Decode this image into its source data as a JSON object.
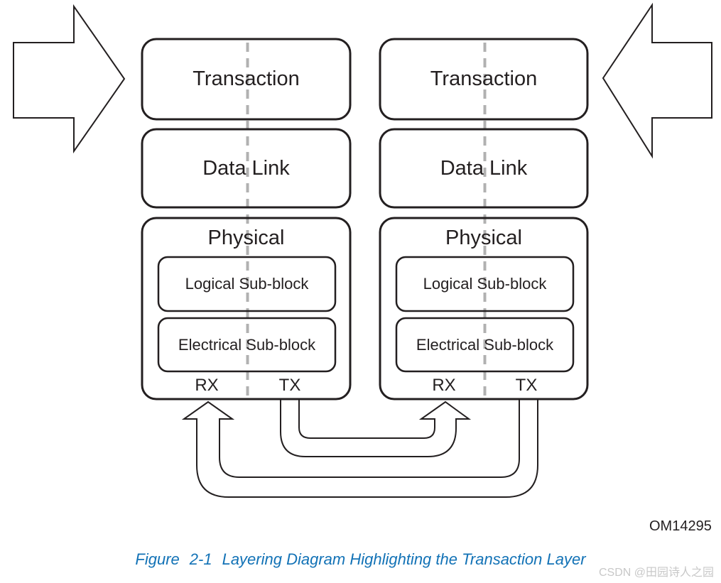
{
  "figure": {
    "stacks": {
      "left": {
        "transaction": "Transaction",
        "data_link": "Data Link",
        "physical": "Physical",
        "logical_sub_block": "Logical Sub-block",
        "electrical_sub_block": "Electrical Sub-block",
        "rx": "RX",
        "tx": "TX"
      },
      "right": {
        "transaction": "Transaction",
        "data_link": "Data Link",
        "physical": "Physical",
        "logical_sub_block": "Logical Sub-block",
        "electrical_sub_block": "Electrical Sub-block",
        "rx": "RX",
        "tx": "TX"
      }
    },
    "code": "OM14295"
  },
  "caption": {
    "prefix": "Figure",
    "number": "2-1",
    "title": "Layering Diagram Highlighting the Transaction Layer"
  },
  "watermark": "CSDN @田园诗人之园",
  "icons": {
    "big_arrow_left": "right-pointing-block-arrow",
    "big_arrow_right": "left-pointing-block-arrow",
    "inner_link": "tx-to-rx-loop-arrow",
    "outer_link": "tx-to-rx-loop-arrow"
  },
  "colors": {
    "stroke": "#231f20",
    "dash": "#b1b1b1",
    "caption_blue": "#1272b6",
    "watermark_gray": "#c8c8c8",
    "background": "#ffffff"
  }
}
